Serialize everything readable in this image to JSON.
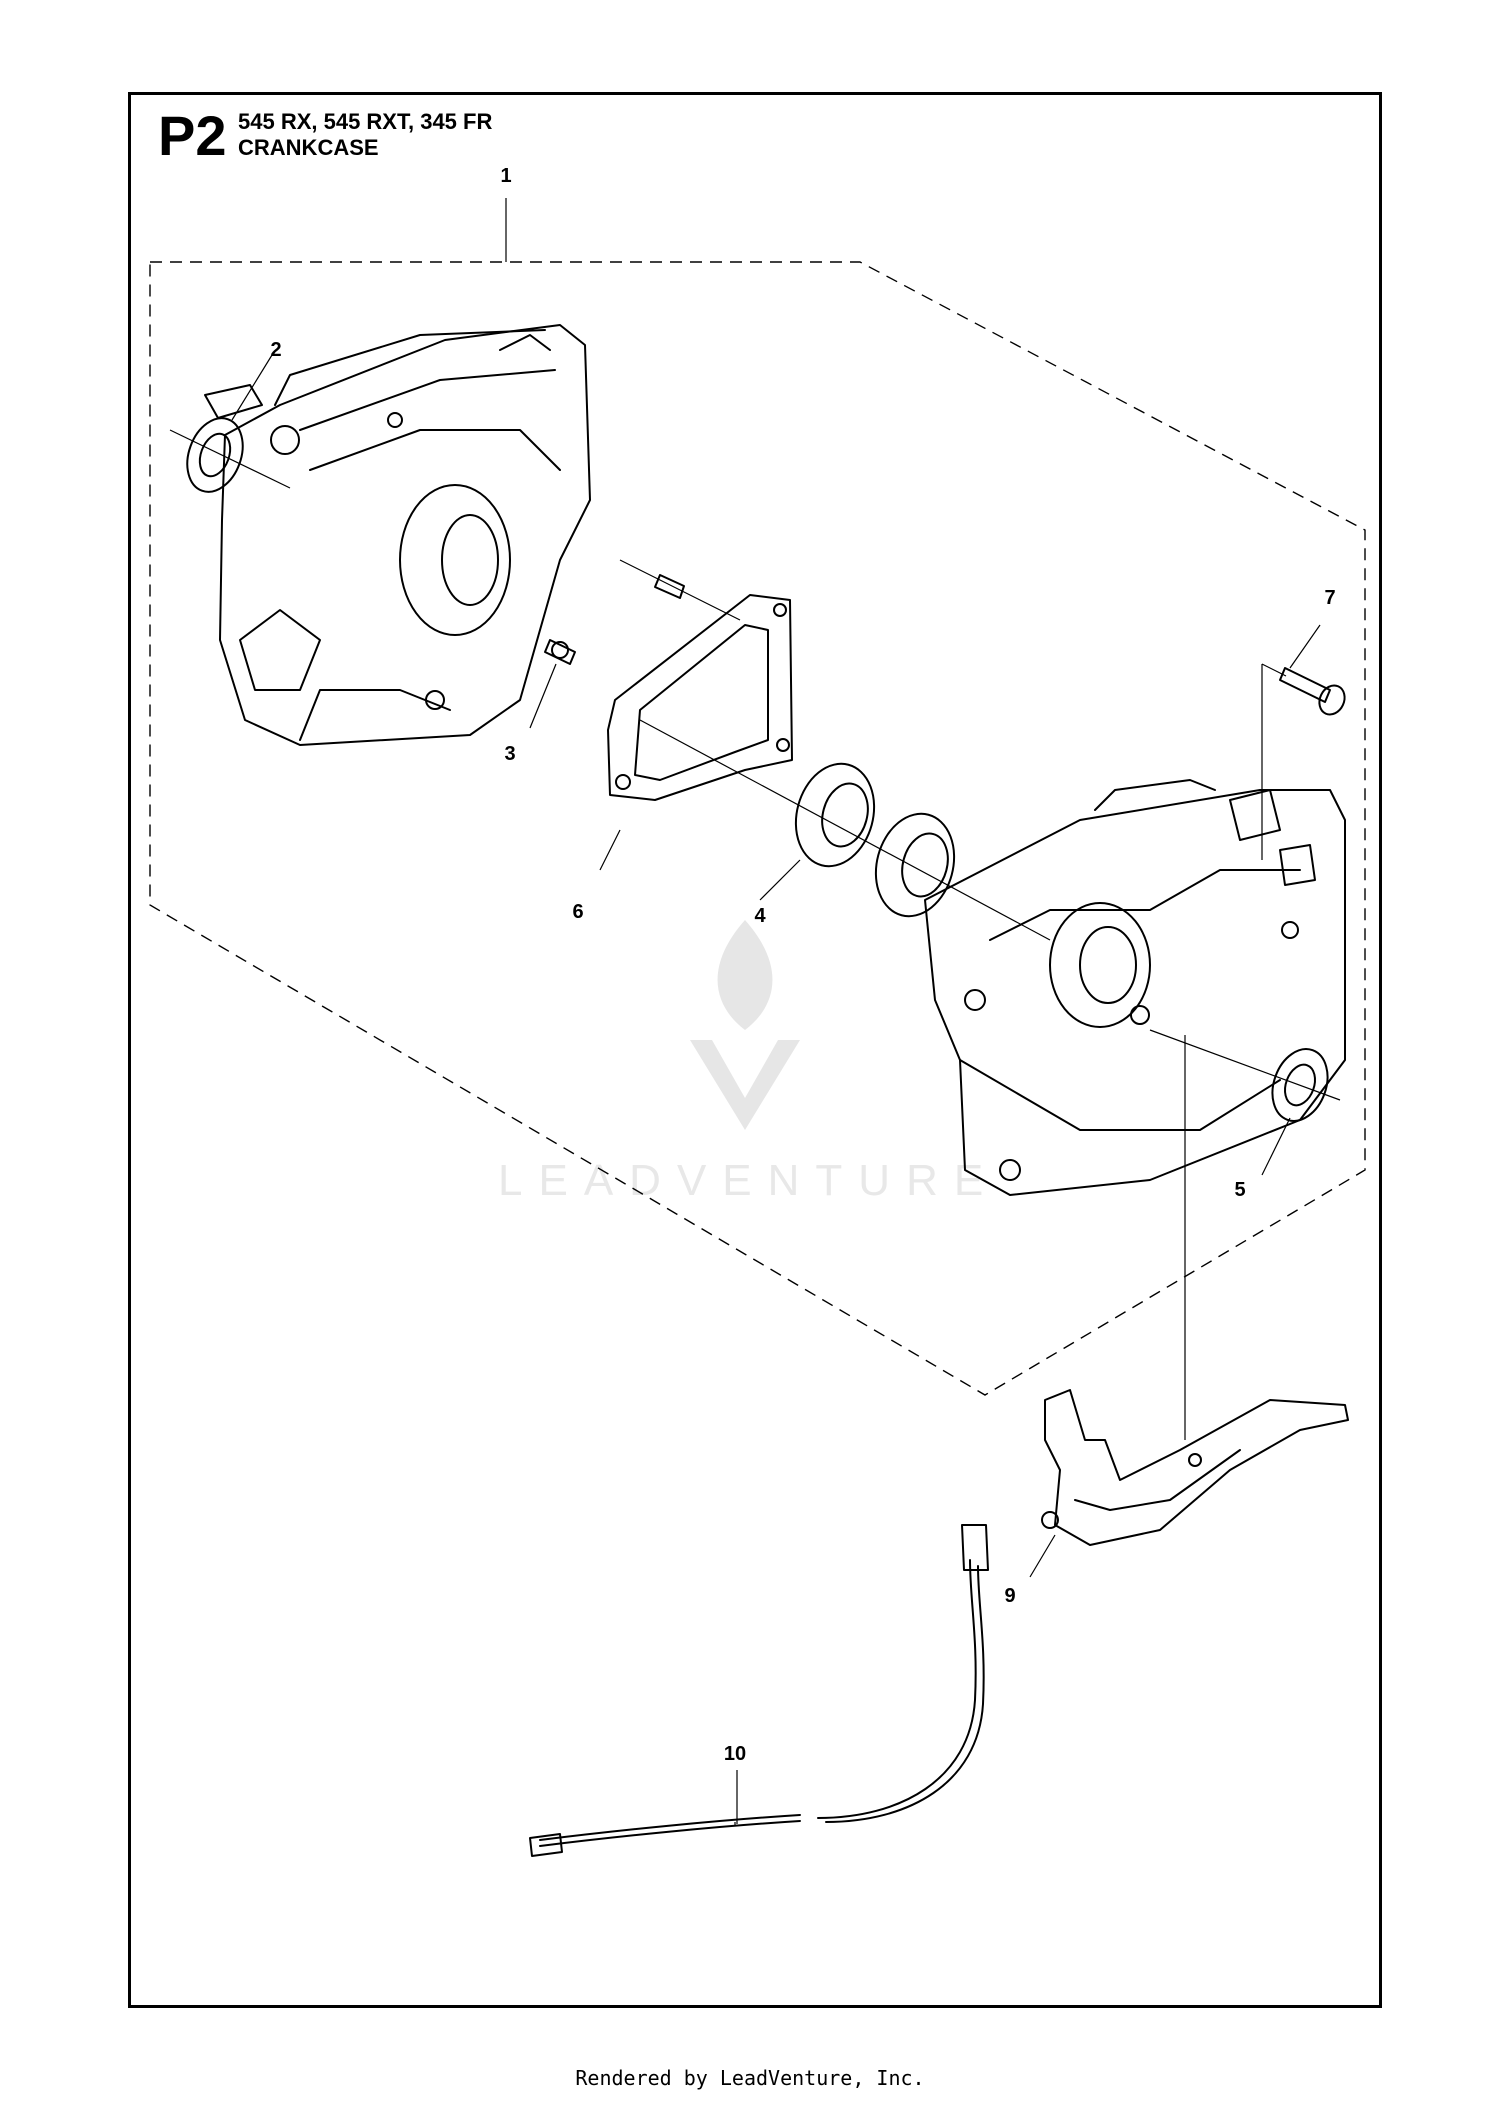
{
  "header": {
    "code": "P2",
    "models": "545 RX, 545 RXT, 345 FR",
    "title": "CRANKCASE"
  },
  "callouts": [
    {
      "id": "c1",
      "label": "1"
    },
    {
      "id": "c2",
      "label": "2"
    },
    {
      "id": "c3",
      "label": "3"
    },
    {
      "id": "c4",
      "label": "4"
    },
    {
      "id": "c5",
      "label": "5"
    },
    {
      "id": "c6",
      "label": "6"
    },
    {
      "id": "c7",
      "label": "7"
    },
    {
      "id": "c9",
      "label": "9"
    },
    {
      "id": "c10",
      "label": "10"
    }
  ],
  "watermark": {
    "text": "LEADVENTURE"
  },
  "footer": {
    "text": "Rendered by LeadVenture, Inc."
  }
}
